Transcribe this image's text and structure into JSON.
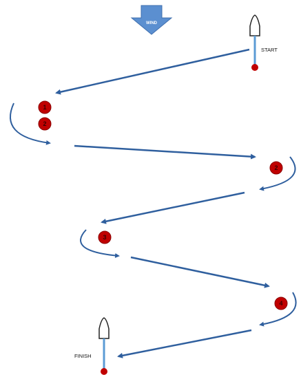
{
  "wind": {
    "label": "WIND"
  },
  "start": {
    "label": "START"
  },
  "finish": {
    "label": "FINISH"
  },
  "marks": [
    {
      "id": "mark-1",
      "label": "1"
    },
    {
      "id": "mark-1-second",
      "label": "2"
    },
    {
      "id": "mark-2",
      "label": "2"
    },
    {
      "id": "mark-3",
      "label": "3"
    },
    {
      "id": "mark-4",
      "label": "4"
    }
  ],
  "colors": {
    "course_line": "#2f5f9e",
    "mark_fill": "#c00000",
    "wind_arrow": "#5b8fd0"
  }
}
